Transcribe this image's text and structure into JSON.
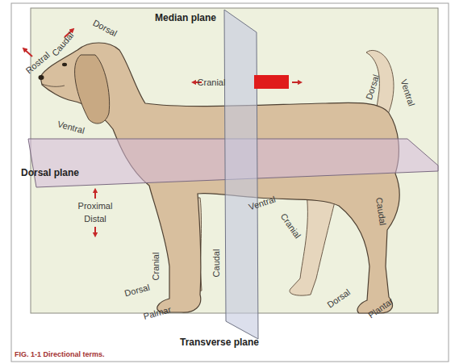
{
  "diagram": {
    "caption": "FIG. 1-1 Directional terms.",
    "labels": [
      "Median plane",
      "Rostral",
      "Caudal",
      "Dorsal",
      "Cranial",
      "Dorsal",
      "Ventral",
      "Ventral",
      "Dorsal plane",
      "Proximal",
      "Distal",
      "Ventral",
      "Cranial",
      "Caudal",
      "Cranial",
      "Caudal",
      "Dorsal",
      "Palmar",
      "Dorsal",
      "Plantar",
      "Transverse plane"
    ]
  }
}
